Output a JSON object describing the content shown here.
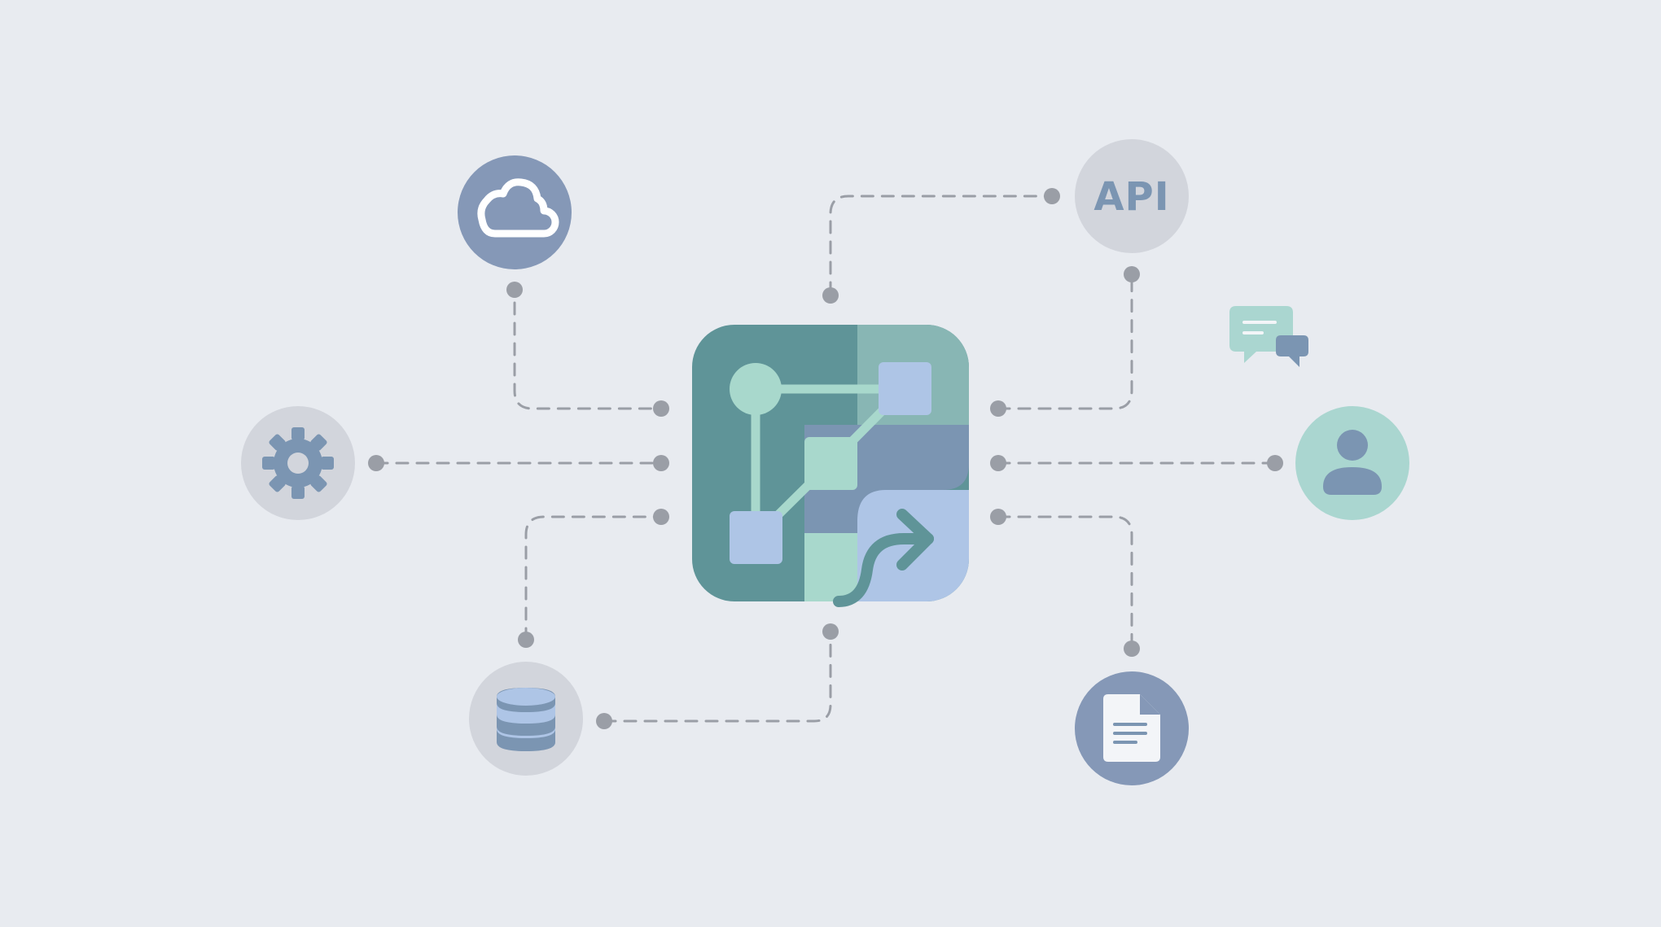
{
  "diagram": {
    "hub": {
      "name": "workflow-hub-icon"
    },
    "nodes": [
      {
        "id": "cloud",
        "icon": "cloud-icon"
      },
      {
        "id": "api",
        "icon": "api-icon",
        "label": "API"
      },
      {
        "id": "settings",
        "icon": "gear-icon"
      },
      {
        "id": "user",
        "icon": "user-icon"
      },
      {
        "id": "database",
        "icon": "database-icon"
      },
      {
        "id": "document",
        "icon": "document-icon"
      },
      {
        "id": "chat",
        "icon": "chat-bubbles-icon"
      }
    ],
    "colors": {
      "background": "#e8ebf0",
      "slate_blue": "#8598b7",
      "gray_circle": "#d2d5dc",
      "mint": "#aad6d0",
      "connector_dot": "#9a9ea6",
      "connector_line": "#9a9ea6",
      "teal_dark": "#5f9498",
      "teal_light": "#88b6b4",
      "blue_gray": "#7b95b2",
      "light_blue": "#aec5e6",
      "mint_light": "#a8d8cc"
    }
  }
}
